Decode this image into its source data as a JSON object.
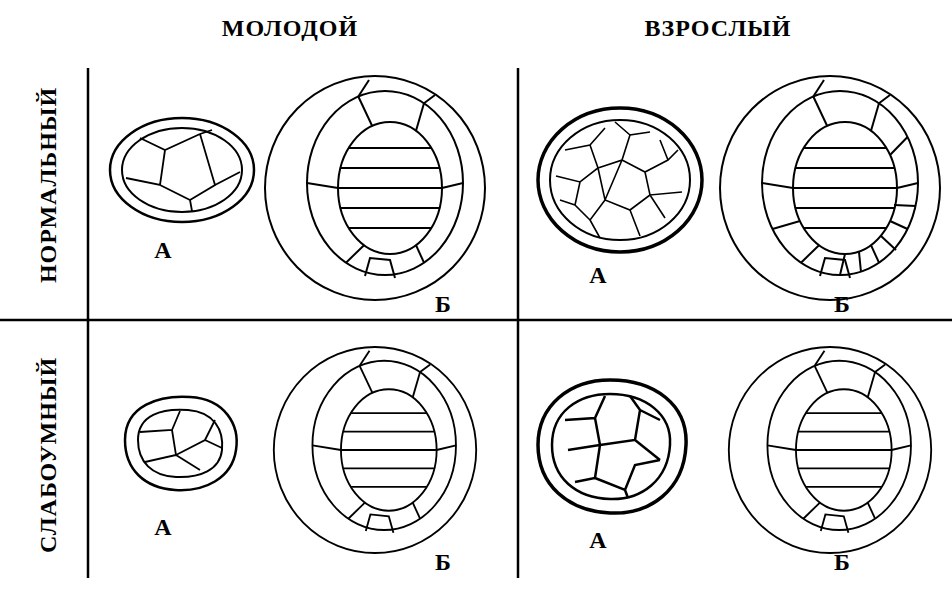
{
  "diagram": {
    "labels": [
      "МОЛОДОЙ",
      "ВЗРОСЛЫЙ",
      "НОРМАЛЬНЫЙ",
      "СЛАБОУМНЫЙ",
      "А",
      "Б",
      "А",
      "Б",
      "А",
      "Б",
      "А",
      "Б"
    ]
  }
}
